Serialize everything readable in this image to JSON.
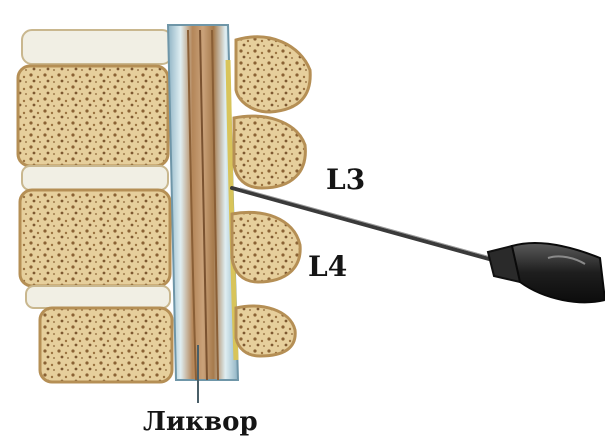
{
  "labels": {
    "vertebra_upper": "L3",
    "vertebra_lower": "L4",
    "csf": "Ликвор"
  },
  "colors": {
    "bone_fill": "#e6cf9c",
    "bone_dark": "#b58f55",
    "bone_spots": "#8a6234",
    "disc": "#f1efe4",
    "dura_blue": "#8fb3c4",
    "nerve_brown": "#a67a4c",
    "csf_light": "#dfeef2",
    "needle": "#3a3a3a",
    "syringe": "#1e1e1e"
  },
  "icons": {
    "needle": "spinal-needle-icon"
  }
}
